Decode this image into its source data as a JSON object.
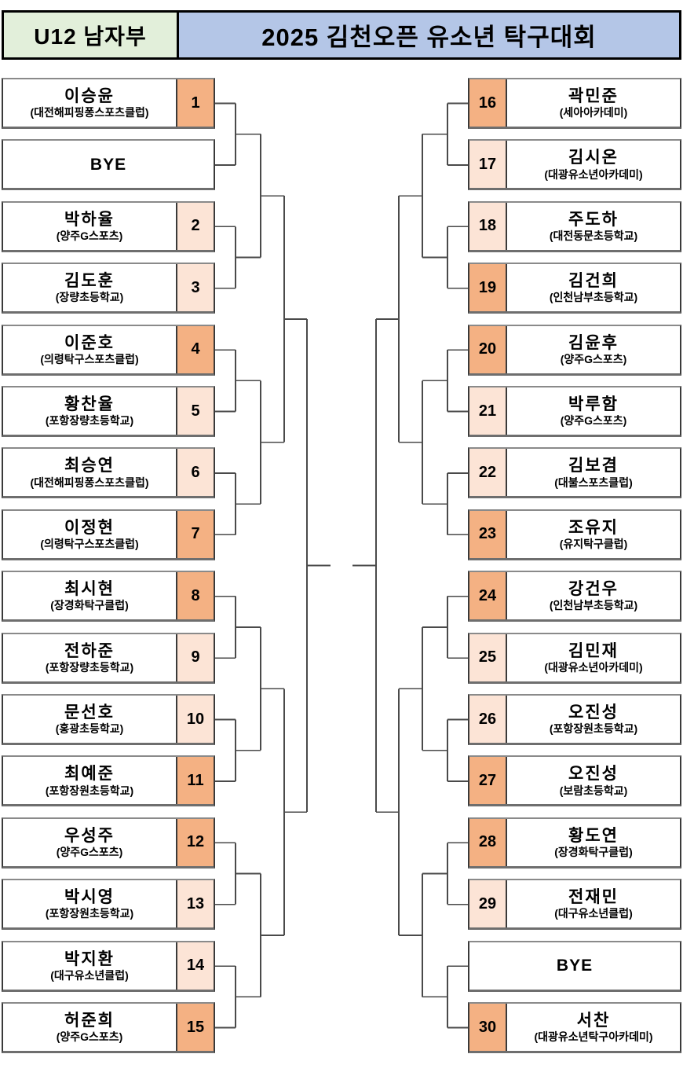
{
  "header": {
    "division": "U12 남자부",
    "title": "2025 김천오픈 유소년 탁구대회"
  },
  "colors": {
    "division_bg": "#e2efda",
    "title_bg": "#b4c6e7",
    "seed_dark": "#f4b183",
    "seed_light": "#fce4d6",
    "box_side_border": "#3a3a3a",
    "connector_line": "#4a4a4a"
  },
  "bracket": {
    "left": [
      {
        "seed": "1",
        "name": "이승윤",
        "club": "(대전해피핑퐁스포츠클럽)",
        "tone": "dark"
      },
      {
        "name": "BYE",
        "bye": true
      },
      {
        "seed": "2",
        "name": "박하율",
        "club": "(양주G스포츠)",
        "tone": "light"
      },
      {
        "seed": "3",
        "name": "김도훈",
        "club": "(장량초등학교)",
        "tone": "light"
      },
      {
        "seed": "4",
        "name": "이준호",
        "club": "(의령탁구스포츠클럽)",
        "tone": "dark"
      },
      {
        "seed": "5",
        "name": "황찬율",
        "club": "(포항장량초등학교)",
        "tone": "light"
      },
      {
        "seed": "6",
        "name": "최승연",
        "club": "(대전해피핑퐁스포츠클럽)",
        "tone": "light"
      },
      {
        "seed": "7",
        "name": "이정현",
        "club": "(의령탁구스포츠클럽)",
        "tone": "dark"
      },
      {
        "seed": "8",
        "name": "최시현",
        "club": "(장경화탁구클럽)",
        "tone": "dark"
      },
      {
        "seed": "9",
        "name": "전하준",
        "club": "(포항장량초등학교)",
        "tone": "light"
      },
      {
        "seed": "10",
        "name": "문선호",
        "club": "(홍광초등학교)",
        "tone": "light"
      },
      {
        "seed": "11",
        "name": "최예준",
        "club": "(포항장원초등학교)",
        "tone": "dark"
      },
      {
        "seed": "12",
        "name": "우성주",
        "club": "(양주G스포츠)",
        "tone": "dark"
      },
      {
        "seed": "13",
        "name": "박시영",
        "club": "(포항장원초등학교)",
        "tone": "light"
      },
      {
        "seed": "14",
        "name": "박지환",
        "club": "(대구유소년클럽)",
        "tone": "light"
      },
      {
        "seed": "15",
        "name": "허준희",
        "club": "(양주G스포츠)",
        "tone": "dark"
      }
    ],
    "right": [
      {
        "seed": "16",
        "name": "곽민준",
        "club": "(세아아카데미)",
        "tone": "dark"
      },
      {
        "seed": "17",
        "name": "김시온",
        "club": "(대광유소년아카데미)",
        "tone": "light"
      },
      {
        "seed": "18",
        "name": "주도하",
        "club": "(대전동문초등학교)",
        "tone": "light"
      },
      {
        "seed": "19",
        "name": "김건희",
        "club": "(인천남부초등학교)",
        "tone": "dark"
      },
      {
        "seed": "20",
        "name": "김윤후",
        "club": "(양주G스포츠)",
        "tone": "dark"
      },
      {
        "seed": "21",
        "name": "박루함",
        "club": "(양주G스포츠)",
        "tone": "light"
      },
      {
        "seed": "22",
        "name": "김보겸",
        "club": "(대불스포츠클럽)",
        "tone": "light"
      },
      {
        "seed": "23",
        "name": "조유지",
        "club": "(유지탁구클럽)",
        "tone": "dark"
      },
      {
        "seed": "24",
        "name": "강건우",
        "club": "(인천남부초등학교)",
        "tone": "dark"
      },
      {
        "seed": "25",
        "name": "김민재",
        "club": "(대광유소년아카데미)",
        "tone": "light"
      },
      {
        "seed": "26",
        "name": "오진성",
        "club": "(포항장원초등학교)",
        "tone": "light"
      },
      {
        "seed": "27",
        "name": "오진성",
        "club": "(보람초등학교)",
        "tone": "dark"
      },
      {
        "seed": "28",
        "name": "황도연",
        "club": "(장경화탁구클럽)",
        "tone": "dark"
      },
      {
        "seed": "29",
        "name": "전재민",
        "club": "(대구유소년클럽)",
        "tone": "light"
      },
      {
        "name": "BYE",
        "bye": true
      },
      {
        "seed": "30",
        "name": "서찬",
        "club": "(대광유소년탁구아카데미)",
        "tone": "dark"
      }
    ]
  }
}
